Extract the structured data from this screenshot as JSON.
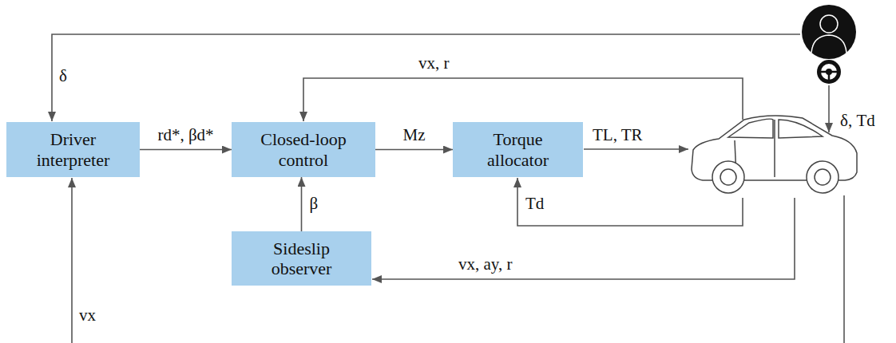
{
  "diagram": {
    "nodes": [
      {
        "text": [
          "Driver interpreter"
        ]
      },
      {
        "text": [
          "Closed-loop control"
        ]
      },
      {
        "text": [
          "Torque allocator"
        ]
      },
      {
        "text": [
          "Sideslip observer"
        ]
      }
    ],
    "edges": [
      {
        "from": 0,
        "to": 1,
        "label": "rd*, βd*",
        "arrow": "to"
      },
      {
        "from": 1,
        "to": 2,
        "label": "Mz",
        "arrow": "to"
      },
      {
        "from": 3,
        "to": 1,
        "label": "β",
        "arrow": "to"
      }
    ],
    "labels": [
      "δ",
      "vx, r",
      "δ, Td",
      "TL, TR",
      "Td",
      "vx, ay, r",
      "vx"
    ]
  }
}
